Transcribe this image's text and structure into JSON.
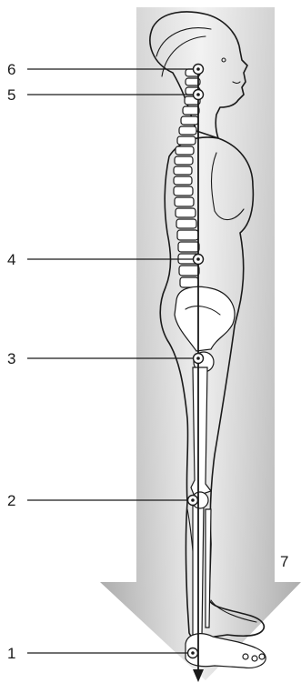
{
  "labels": [
    {
      "id": "1",
      "text": "1"
    },
    {
      "id": "2",
      "text": "2"
    },
    {
      "id": "3",
      "text": "3"
    },
    {
      "id": "4",
      "text": "4"
    },
    {
      "id": "5",
      "text": "5"
    },
    {
      "id": "6",
      "text": "6"
    },
    {
      "id": "7",
      "text": "7"
    }
  ],
  "colors": {
    "arrow_light": "#ececec",
    "arrow_dark": "#a9a9a9",
    "line": "#1a1a1a",
    "body_fill": "#ffffff"
  }
}
